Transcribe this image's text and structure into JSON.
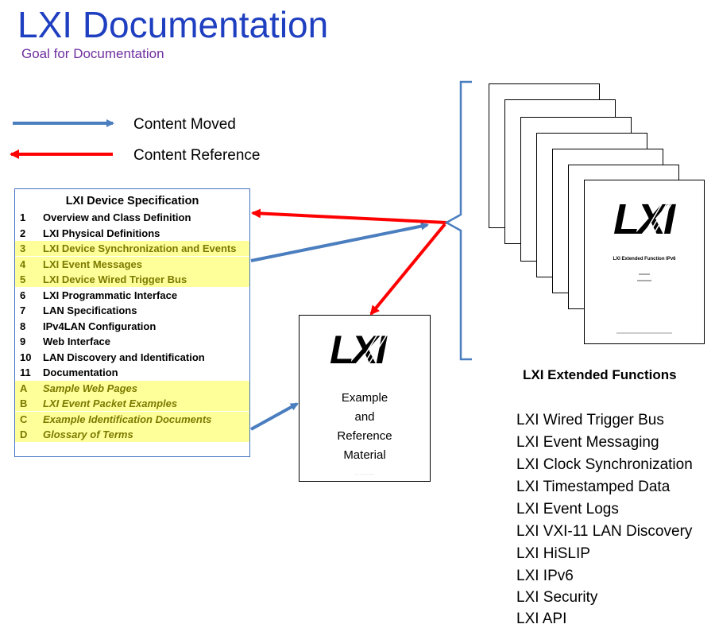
{
  "title": "LXI Documentation",
  "subtitle": "Goal for Documentation",
  "legend": {
    "moved_label": "Content Moved",
    "reference_label": "Content Reference",
    "moved_color": "#4a7ebf",
    "reference_color": "#ff0000"
  },
  "spec": {
    "title": "LXI Device Specification",
    "rows": [
      {
        "num": "1",
        "label": "Overview and Class Definition"
      },
      {
        "num": "2",
        "label": "LXI Physical Definitions"
      },
      {
        "num": "3",
        "label": "LXI Device Synchronization and Events"
      },
      {
        "num": "4",
        "label": "LXI Event Messages"
      },
      {
        "num": "5",
        "label": "LXI Device Wired Trigger Bus"
      },
      {
        "num": "6",
        "label": "LXI Programmatic Interface"
      },
      {
        "num": "7",
        "label": "LAN Specifications"
      },
      {
        "num": "8",
        "label": "IPv4LAN Configuration"
      },
      {
        "num": "9",
        "label": "Web Interface"
      },
      {
        "num": "10",
        "label": "LAN Discovery and Identification"
      },
      {
        "num": "11",
        "label": "Documentation"
      },
      {
        "num": "A",
        "label": "Sample Web Pages"
      },
      {
        "num": "B",
        "label": "LXI Event Packet Examples"
      },
      {
        "num": "C",
        "label": "Example Identification Documents"
      },
      {
        "num": "D",
        "label": "Glossary of Terms"
      }
    ]
  },
  "example_doc": {
    "logo": "LXI",
    "caption": "Example\nand\nReference\nMaterial"
  },
  "front_doc": {
    "logo": "LXI",
    "doc_title": "LXI Extended Function IPv6"
  },
  "extended": {
    "title": "LXI Extended Functions",
    "items": [
      "LXI Wired Trigger Bus",
      "LXI Event Messaging",
      "LXI Clock Synchronization",
      "LXI Timestamped Data",
      "LXI Event Logs",
      "LXI VXI-11 LAN Discovery",
      "LXI HiSLIP",
      "LXI IPv6",
      "LXI Security",
      "LXI API"
    ]
  }
}
